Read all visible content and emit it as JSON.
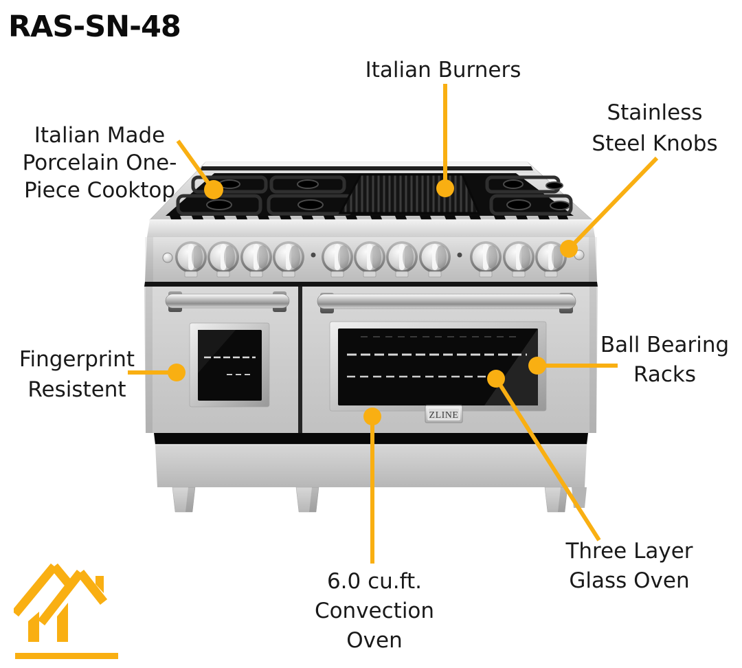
{
  "title": "RAS-SN-48",
  "accent_color": "#F9AF12",
  "text_color": "#191919",
  "callouts": {
    "italian_burners": {
      "lines": [
        "Italian Burners"
      ]
    },
    "stainless_steel_knobs": {
      "lines": [
        "Stainless",
        "Steel Knobs"
      ]
    },
    "porcelain_cooktop": {
      "lines": [
        "Italian Made",
        "Porcelain One-",
        "Piece Cooktop"
      ]
    },
    "fingerprint_resistant": {
      "lines": [
        "Fingerprint",
        "Resistent"
      ]
    },
    "ball_bearing_racks": {
      "lines": [
        "Ball Bearing",
        "Racks"
      ]
    },
    "three_layer_glass_oven": {
      "lines": [
        "Three Layer",
        "Glass Oven"
      ]
    },
    "convection_oven": {
      "lines": [
        "6.0 cu.ft.",
        "Convection",
        "Oven"
      ]
    }
  },
  "product": {
    "brand_badge": "ZLINE"
  },
  "icons": {
    "logo": "house-roofline-logo"
  }
}
